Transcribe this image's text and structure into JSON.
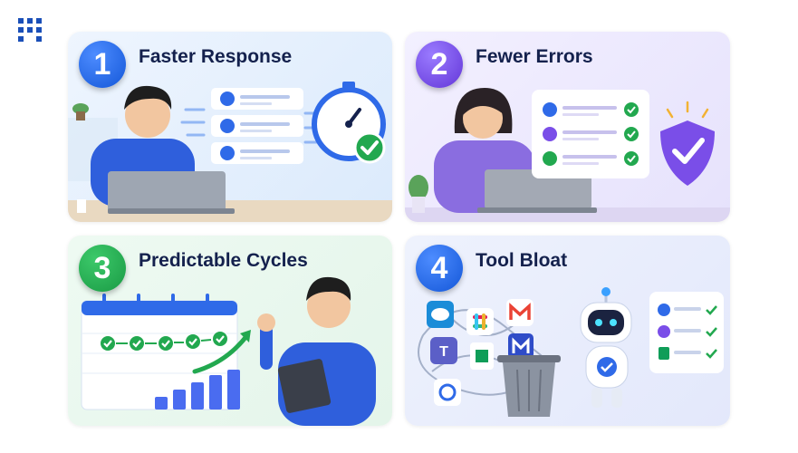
{
  "cards": [
    {
      "number": "1",
      "title": "Faster Response"
    },
    {
      "number": "2",
      "title": "Fewer Errors"
    },
    {
      "number": "3",
      "title": "Predictable Cycles"
    },
    {
      "number": "4",
      "title": "Tool Bloat"
    }
  ],
  "icons": {
    "card1": [
      "contact-list-icon",
      "stopwatch-icon",
      "check-badge-icon",
      "person-laptop-icon"
    ],
    "card2": [
      "checklist-icon",
      "shield-check-icon",
      "person-laptop-icon"
    ],
    "card3": [
      "calendar-icon",
      "bar-chart-icon",
      "trend-arrow-icon",
      "person-tablet-icon"
    ],
    "card4": [
      "app-icons-cluster",
      "trash-bin-icon",
      "robot-icon",
      "checklist-icon"
    ]
  },
  "colors": {
    "blue": "#1a5fe0",
    "purple": "#6c3fe0",
    "green": "#22a84f",
    "title": "#14214d"
  }
}
